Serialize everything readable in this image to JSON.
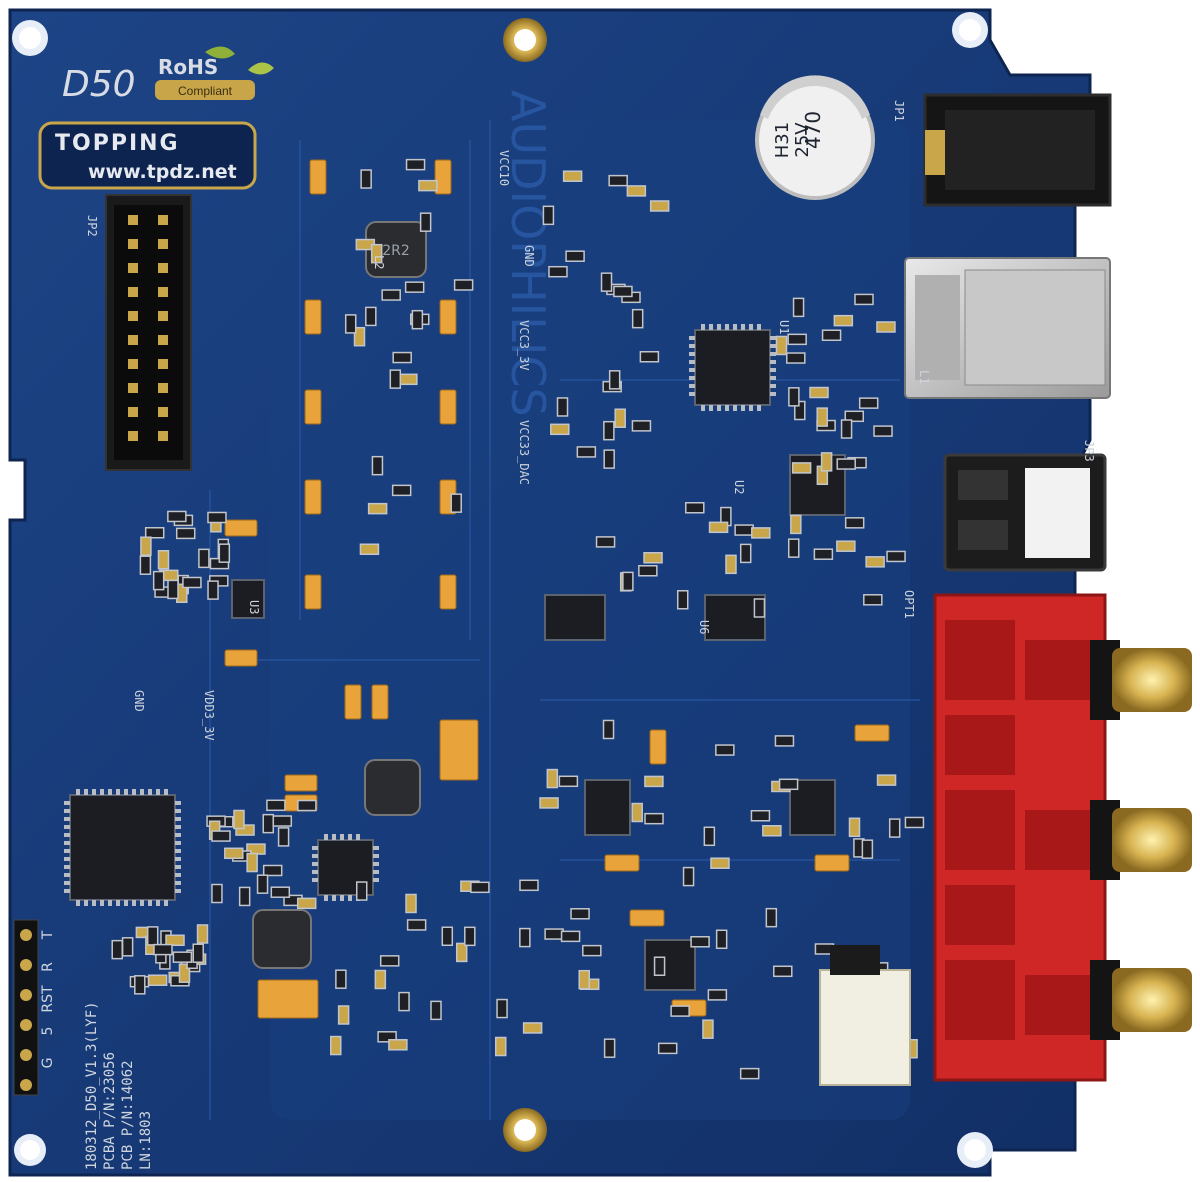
{
  "board": {
    "model": "D50",
    "rohs_title": "RoHS",
    "rohs_sub": "Compliant",
    "brand": "TOPPING",
    "website": "www.tpdz.net",
    "watermark": "AUDIOPHILICS",
    "cap_value": "470",
    "cap_voltage": "25V",
    "cap_code": "H31",
    "inductor_value": "2R2",
    "pcb_line1": "LN:1803",
    "pcb_line2": "PCB P/N:14062",
    "pcb_line3": "PCBA P/N:23056",
    "pcb_line4": "180312_D50_V1.3(LYF)",
    "jtag_labels": [
      "T",
      "R",
      "RST",
      "5",
      "G"
    ],
    "silk_labels": [
      "JP2",
      "VCC10",
      "GND",
      "VCC3_3V",
      "VCC33_DAC",
      "VDD3_3V",
      "GND",
      "JP1",
      "JP3",
      "OPT1",
      "U1",
      "U2",
      "U3",
      "U6",
      "L1",
      "L2"
    ]
  },
  "colors": {
    "pcb": "#183a78",
    "pcb_dark": "#0f2a5c",
    "gold": "#c9a64a",
    "connector_red": "#d22a2a",
    "tantalum": "#e8a33a"
  }
}
